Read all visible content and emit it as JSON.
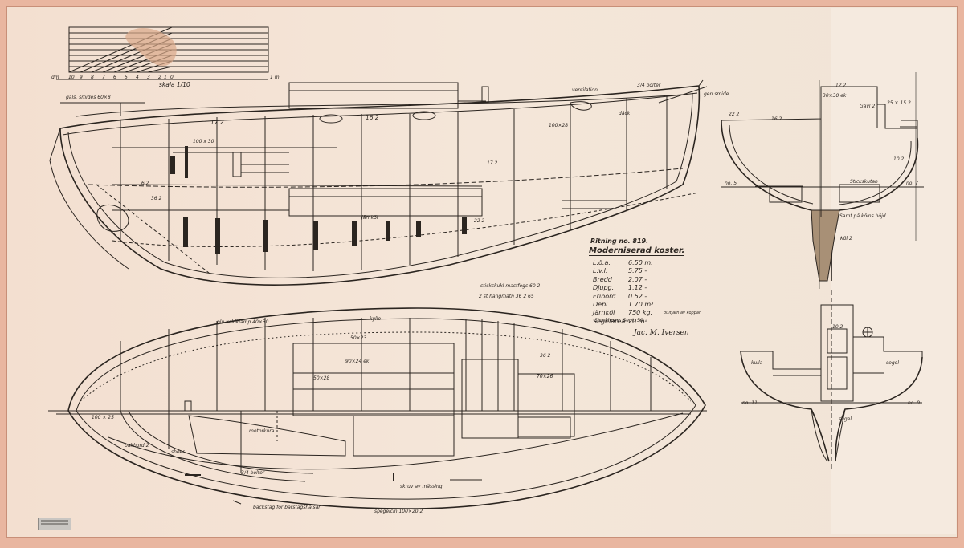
{
  "drawing": {
    "scale_numbers": [
      "dm",
      "10",
      "9",
      "8",
      "7",
      "6",
      "5",
      "4",
      "3",
      "2",
      "1",
      "0"
    ],
    "scale_label": "skala 1/10",
    "scale_one_m": "1 m",
    "spec": {
      "title": "Ritning no. 819.",
      "subtitle": "Moderniserad koster.",
      "rows": [
        {
          "k": "L.ö.a.",
          "v": "6.50 m."
        },
        {
          "k": "L.v.l.",
          "v": "5.75 -"
        },
        {
          "k": "Bredd",
          "v": "2.07 -"
        },
        {
          "k": "Djupg.",
          "v": "1.12 -"
        },
        {
          "k": "Fribord",
          "v": "0.52 -"
        },
        {
          "k": "Depl.",
          "v": "1.70 m³"
        },
        {
          "k": "Järnköl",
          "v": "750 kg.",
          "note": "bultjärn av koppar"
        },
        {
          "k": "Segelarea",
          "v": "20 m²"
        }
      ],
      "place": "Stockholm. Sept. 50.",
      "signature": "Jac. M. Iversen"
    },
    "profile_labels": {
      "rudder": "gals. smides 60×8",
      "deck": "17 2",
      "hatch": "16 2",
      "sheer": "däck",
      "chain": "ventilation",
      "bolt": "3/4 bolter",
      "slot": "gen smide",
      "keel": "järnköl",
      "bench": "100×28",
      "stem_a": "100 x 30",
      "frame_a": "17 2",
      "floor": "6 2",
      "bulkhead": "36 2",
      "keel_b": "22 2"
    },
    "plan_labels": {
      "a": "plu koldklamp 40×30",
      "b": "kylle",
      "c": "stickskukl mastfogs 60 2",
      "d": "2 st hängmatn 36 2 65",
      "e": "motorkura",
      "f": "bakbord 2",
      "g": "sheer",
      "h": "3/4 bolter",
      "i": "skruv av mässing",
      "j": "100 × 25",
      "k": "90×24 ek",
      "l": "50×23",
      "m": "36 2",
      "n": "50×28",
      "o": "70×26",
      "p": "backstag för barstagshalsar",
      "q": "spegelcin 100×20 2"
    },
    "section_labels": {
      "top_a": "12 2",
      "top_b": "30×30 ek",
      "top_c": "Gavl 2",
      "top_d": "25 × 15 2",
      "top_e": "22 2",
      "top_f": "10 2",
      "mid_a": "16 2",
      "mid_b": "Stickskutan",
      "no_a": "no. 5",
      "no_b": "no. 7",
      "bot_a": "10 2",
      "bot_b": "segel",
      "bot_c": "kulla",
      "no_c": "no. 11",
      "no_d": "no. 9",
      "keel_c": "segel",
      "sum_a": "Samt på kölns höjd",
      "kol": "Köl 2"
    }
  }
}
